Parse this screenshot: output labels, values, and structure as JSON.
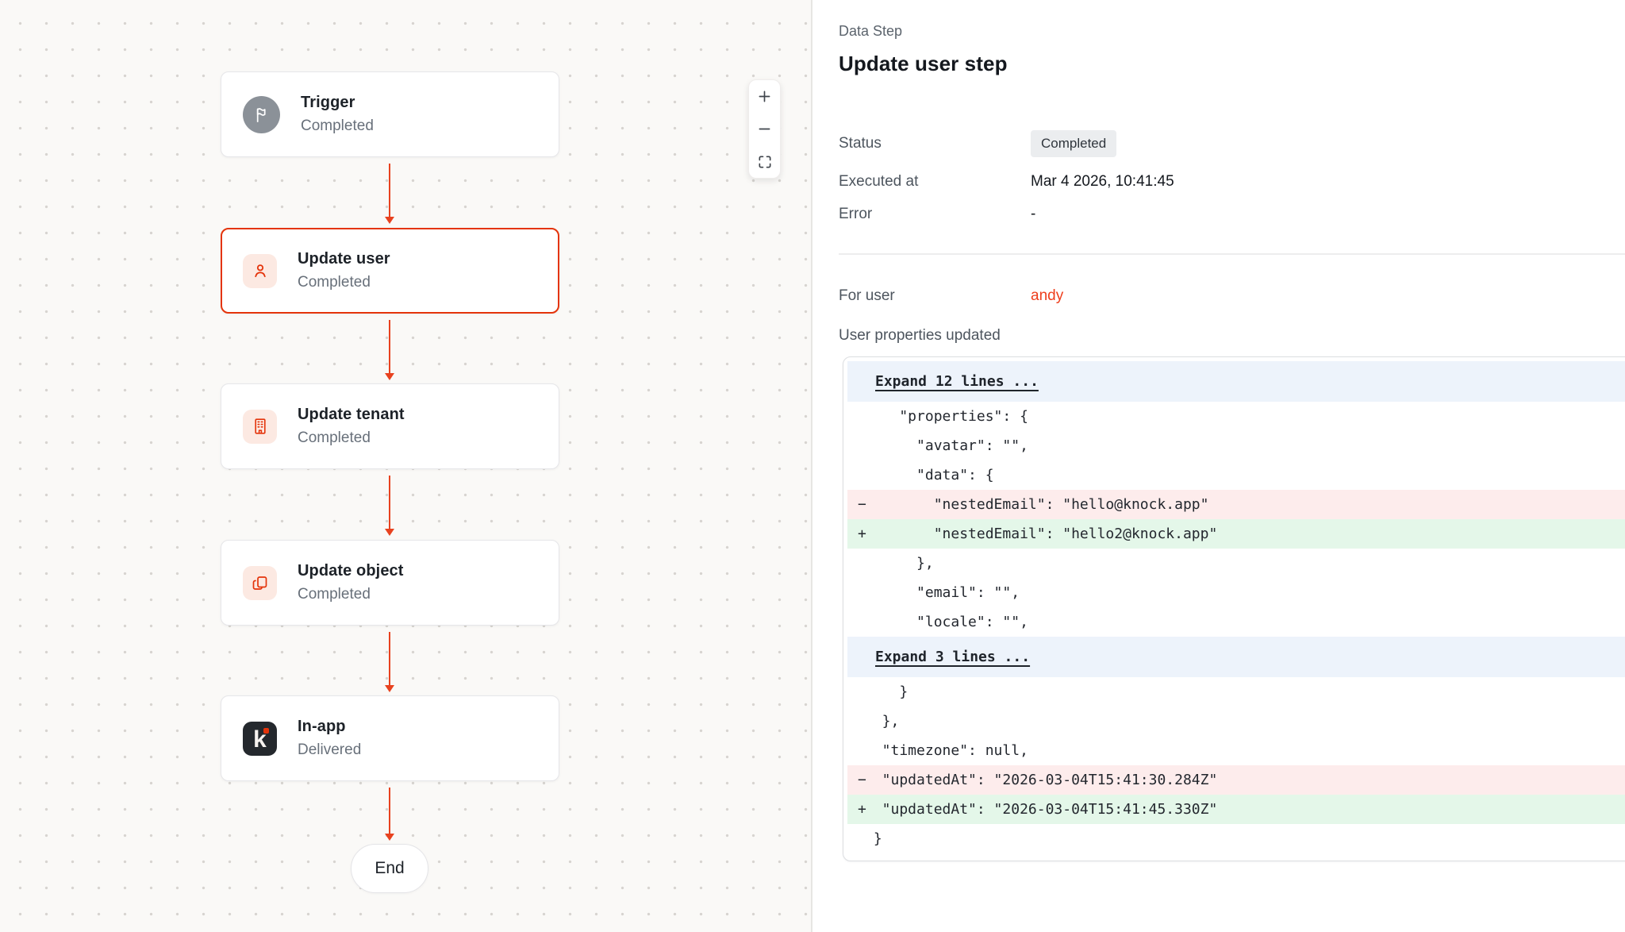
{
  "canvas": {
    "nodes": [
      {
        "title": "Trigger",
        "status": "Completed",
        "icon": "flag-icon"
      },
      {
        "title": "Update user",
        "status": "Completed",
        "icon": "user-icon"
      },
      {
        "title": "Update tenant",
        "status": "Completed",
        "icon": "building-icon"
      },
      {
        "title": "Update object",
        "status": "Completed",
        "icon": "copy-icon"
      },
      {
        "title": "In-app",
        "status": "Delivered",
        "icon": "knock-logo-icon"
      }
    ],
    "knock_logo_letter": "k",
    "end_label": "End",
    "zoom_controls": {
      "zoom_in": "plus-icon",
      "zoom_out": "minus-icon",
      "fit_view": "fit-view-icon"
    }
  },
  "panel": {
    "kicker": "Data Step",
    "title": "Update user step",
    "fields": {
      "status_label": "Status",
      "status_value": "Completed",
      "executed_label": "Executed at",
      "executed_value": "Mar 4 2026, 10:41:45",
      "error_label": "Error",
      "error_value": "-"
    },
    "for_user_label": "For user",
    "for_user_value": "andy",
    "diff_title": "User properties updated",
    "diff": {
      "rows": [
        {
          "type": "expand",
          "prefix": "",
          "text": "Expand 12 lines ..."
        },
        {
          "type": "ctx",
          "prefix": " ",
          "text": "    \"properties\": {"
        },
        {
          "type": "ctx",
          "prefix": " ",
          "text": "      \"avatar\": \"\","
        },
        {
          "type": "ctx",
          "prefix": " ",
          "text": "      \"data\": {"
        },
        {
          "type": "del",
          "prefix": "−",
          "text": "        \"nestedEmail\": \"hello@knock.app\""
        },
        {
          "type": "add",
          "prefix": "+",
          "text": "        \"nestedEmail\": \"hello2@knock.app\""
        },
        {
          "type": "ctx",
          "prefix": " ",
          "text": "      },"
        },
        {
          "type": "ctx",
          "prefix": " ",
          "text": "      \"email\": \"\","
        },
        {
          "type": "ctx",
          "prefix": " ",
          "text": "      \"locale\": \"\","
        },
        {
          "type": "expand",
          "prefix": "",
          "text": "Expand 3 lines ..."
        },
        {
          "type": "ctx",
          "prefix": " ",
          "text": "    }"
        },
        {
          "type": "ctx",
          "prefix": " ",
          "text": "  },"
        },
        {
          "type": "ctx",
          "prefix": " ",
          "text": "  \"timezone\": null,"
        },
        {
          "type": "del",
          "prefix": "−",
          "text": "  \"updatedAt\": \"2026-03-04T15:41:30.284Z\""
        },
        {
          "type": "add",
          "prefix": "+",
          "text": "  \"updatedAt\": \"2026-03-04T15:41:45.330Z\""
        },
        {
          "type": "ctx",
          "prefix": " ",
          "text": " }"
        }
      ]
    }
  },
  "colors": {
    "accent_red": "#e4340b",
    "arrow_red": "#e8421f",
    "icon_tile_bg": "#fce9e2",
    "trigger_circle_bg": "#8b9198",
    "knock_tile_bg": "#24282d",
    "canvas_bg": "#faf9f7",
    "diff_del_bg": "#fdecec",
    "diff_add_bg": "#e4f7e9",
    "expand_band_bg": "#edf3fb",
    "badge_bg": "#ebedef"
  }
}
